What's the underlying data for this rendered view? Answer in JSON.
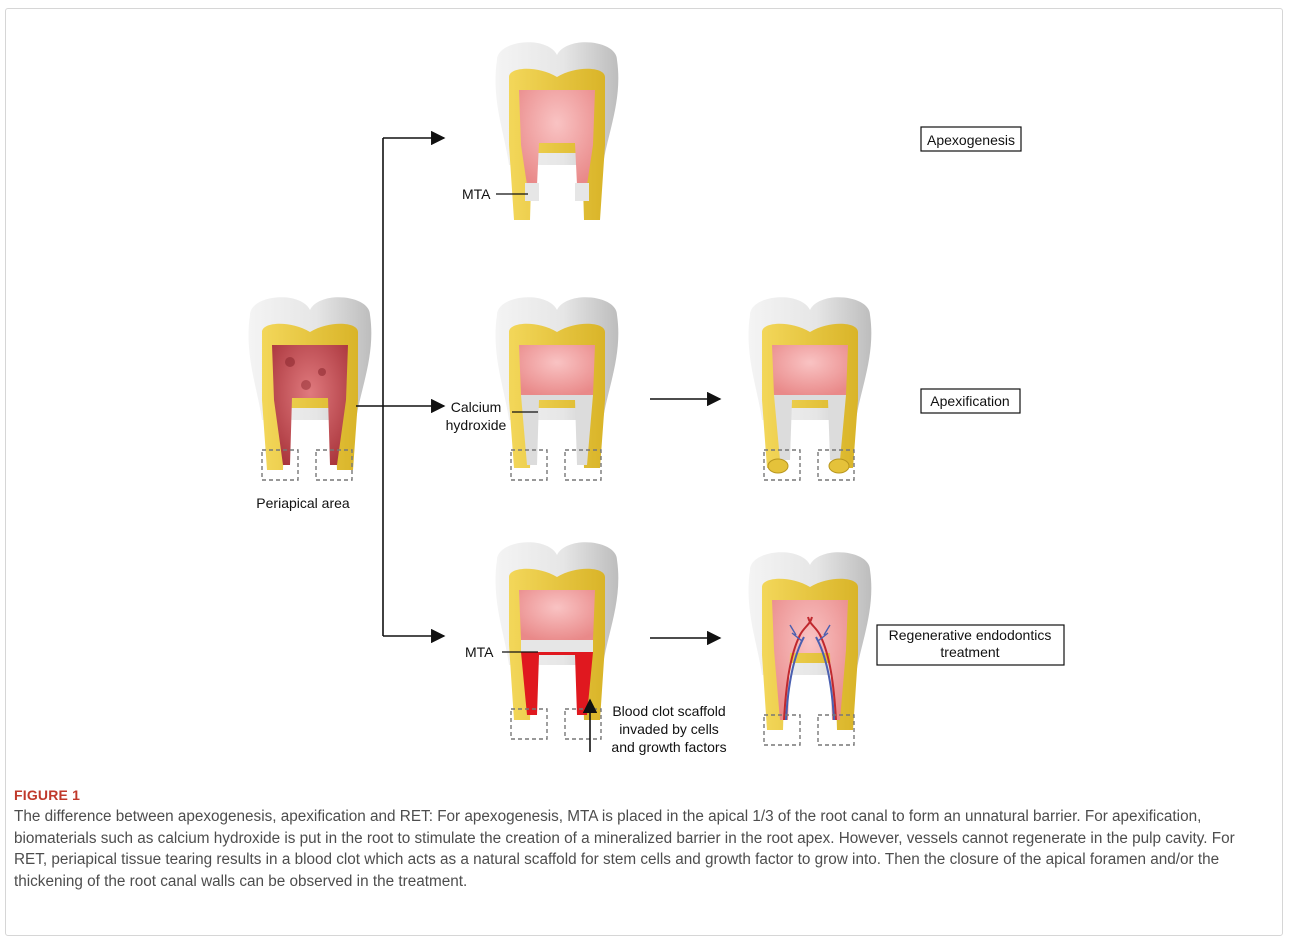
{
  "figure": {
    "label": "FIGURE 1",
    "caption": "The difference between apexogenesis, apexification and RET: For apexogenesis, MTA is placed in the apical 1/3 of the root canal to form an unnatural barrier. For apexification, biomaterials such as calcium hydroxide is put in the root to stimulate the creation of a mineralized barrier in the root apex. However, vessels cannot regenerate in the pulp cavity. For RET, periapical tissue tearing results in a blood clot which acts as a natural scaffold for stem cells and growth factor to grow into. Then the closure of the apical foramen and/or the thickening of the root canal walls can be observed in the treatment."
  },
  "diagram": {
    "periapical_label": "Periapical area",
    "apexogenesis_label": "Apexogenesis",
    "apexification_label": "Apexification",
    "ret_label_line1": "Regenerative endodontics",
    "ret_label_line2": "treatment",
    "mta_label_top": "MTA",
    "calcium_line1": "Calcium",
    "calcium_line2": "hydroxide",
    "mta_label_bottom": "MTA",
    "blood_clot_line1": "Blood clot scaffold",
    "blood_clot_line2": "invaded by cells",
    "blood_clot_line3": "and growth factors"
  },
  "colors": {
    "enamel": "#e2e2e2",
    "dentin": "#e9c93a",
    "pulp": "#f2a6a6",
    "inflamed_pulp": "#c8494d",
    "blood": "#e0181f",
    "vessel_red": "#c0282e",
    "vessel_blue": "#4a5fb0",
    "caption_label": "#c0392b"
  }
}
